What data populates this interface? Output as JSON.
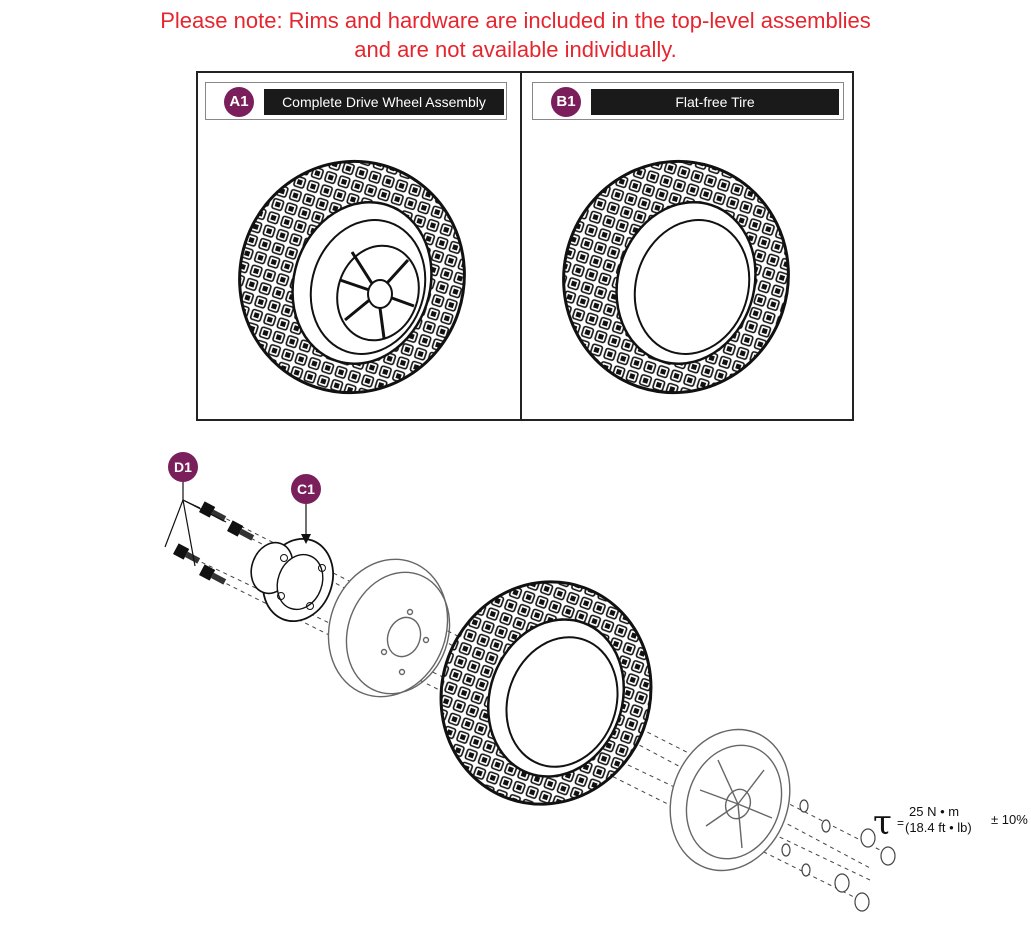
{
  "colors": {
    "note_text": "#e5262f",
    "badge": "#7a1f5c",
    "label_bg": "#1a1a1a",
    "line": "#222222"
  },
  "note": {
    "line1": "Please note: Rims and hardware are included in the top-level assemblies",
    "line2": "and are not available individually."
  },
  "panels": [
    {
      "badge": "A1",
      "label": "Complete Drive Wheel Assembly"
    },
    {
      "badge": "B1",
      "label": "Flat-free Tire"
    }
  ],
  "callouts": {
    "d1": "D1",
    "c1": "C1"
  },
  "torque": {
    "symbol": "τ",
    "equals": "=",
    "metric": "25 N • m",
    "imperial": "(18.4 ft • lb)",
    "tolerance": "± 10%"
  }
}
